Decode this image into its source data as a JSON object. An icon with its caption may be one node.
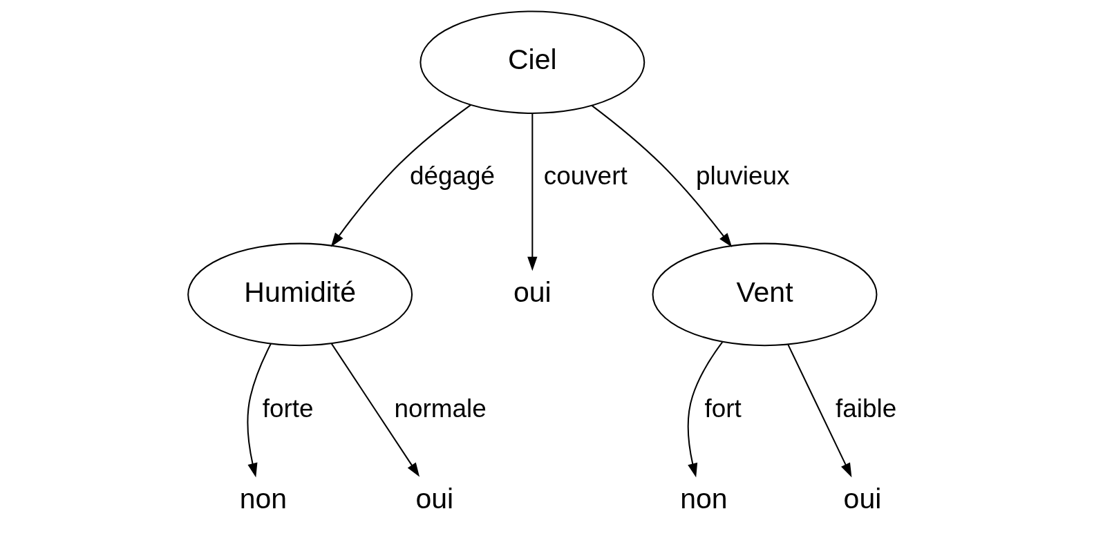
{
  "diagram": {
    "nodes": [
      {
        "text": [
          "Ciel"
        ]
      },
      {
        "text": [
          "Humidité"
        ]
      },
      {
        "text": [
          "oui"
        ]
      },
      {
        "text": [
          "Vent"
        ]
      },
      {
        "text": [
          "non"
        ]
      },
      {
        "text": [
          "oui"
        ]
      },
      {
        "text": [
          "non"
        ]
      },
      {
        "text": [
          "oui"
        ]
      }
    ],
    "edges": [
      {
        "from": 0,
        "to": 1,
        "arrow": "to",
        "label": "dégagé"
      },
      {
        "from": 0,
        "to": 2,
        "arrow": "to",
        "label": "couvert"
      },
      {
        "from": 0,
        "to": 3,
        "arrow": "to",
        "label": "pluvieux"
      },
      {
        "from": 1,
        "to": 4,
        "arrow": "to",
        "label": "forte"
      },
      {
        "from": 1,
        "to": 5,
        "arrow": "to",
        "label": "normale"
      },
      {
        "from": 3,
        "to": 6,
        "arrow": "to",
        "label": "fort"
      },
      {
        "from": 3,
        "to": 7,
        "arrow": "to",
        "label": "faible"
      }
    ]
  }
}
